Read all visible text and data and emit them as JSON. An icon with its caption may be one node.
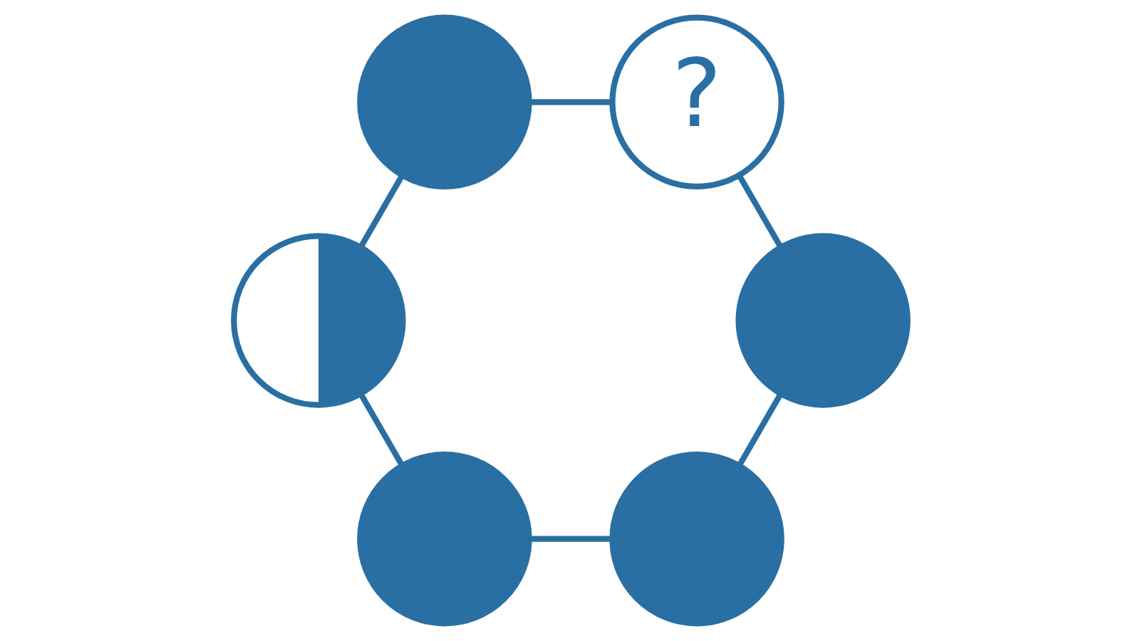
{
  "diagram": {
    "nodes": [
      {
        "text": [],
        "shape": "circle"
      },
      {
        "text": [
          "?"
        ]
      },
      {
        "text": [],
        "shape": "circle"
      },
      {
        "text": [],
        "shape": "circle"
      },
      {
        "text": [],
        "shape": "circle"
      },
      {
        "text": [],
        "shape": "circle"
      }
    ],
    "edges": [
      {
        "from": 0,
        "to": 1,
        "arrow": "none"
      },
      {
        "from": 1,
        "to": 3,
        "arrow": "none"
      },
      {
        "from": 3,
        "to": 5,
        "arrow": "none"
      },
      {
        "from": 5,
        "to": 4,
        "arrow": "none"
      },
      {
        "from": 4,
        "to": 2,
        "arrow": "none"
      },
      {
        "from": 2,
        "to": 0,
        "arrow": "none"
      }
    ]
  }
}
